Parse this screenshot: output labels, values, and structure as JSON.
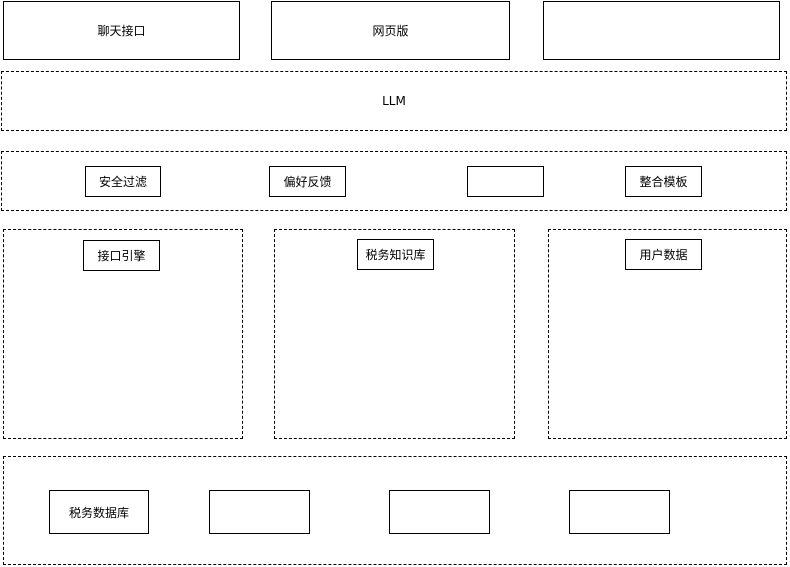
{
  "top_row": {
    "chat_interface": "聊天接口",
    "web_version": "网页版",
    "blank": ""
  },
  "llm_layer": {
    "label": "LLM"
  },
  "processing_layer": {
    "security_filter": "安全过滤",
    "preference_feedback": "偏好反馈",
    "blank": "",
    "integration_template": "整合模板"
  },
  "service_layer": {
    "interface_engine": "接口引擎",
    "tax_knowledge_base": "税务知识库",
    "user_data": "用户数据"
  },
  "data_layer": {
    "tax_database": "税务数据库",
    "blank_1": "",
    "blank_2": "",
    "blank_3": ""
  }
}
